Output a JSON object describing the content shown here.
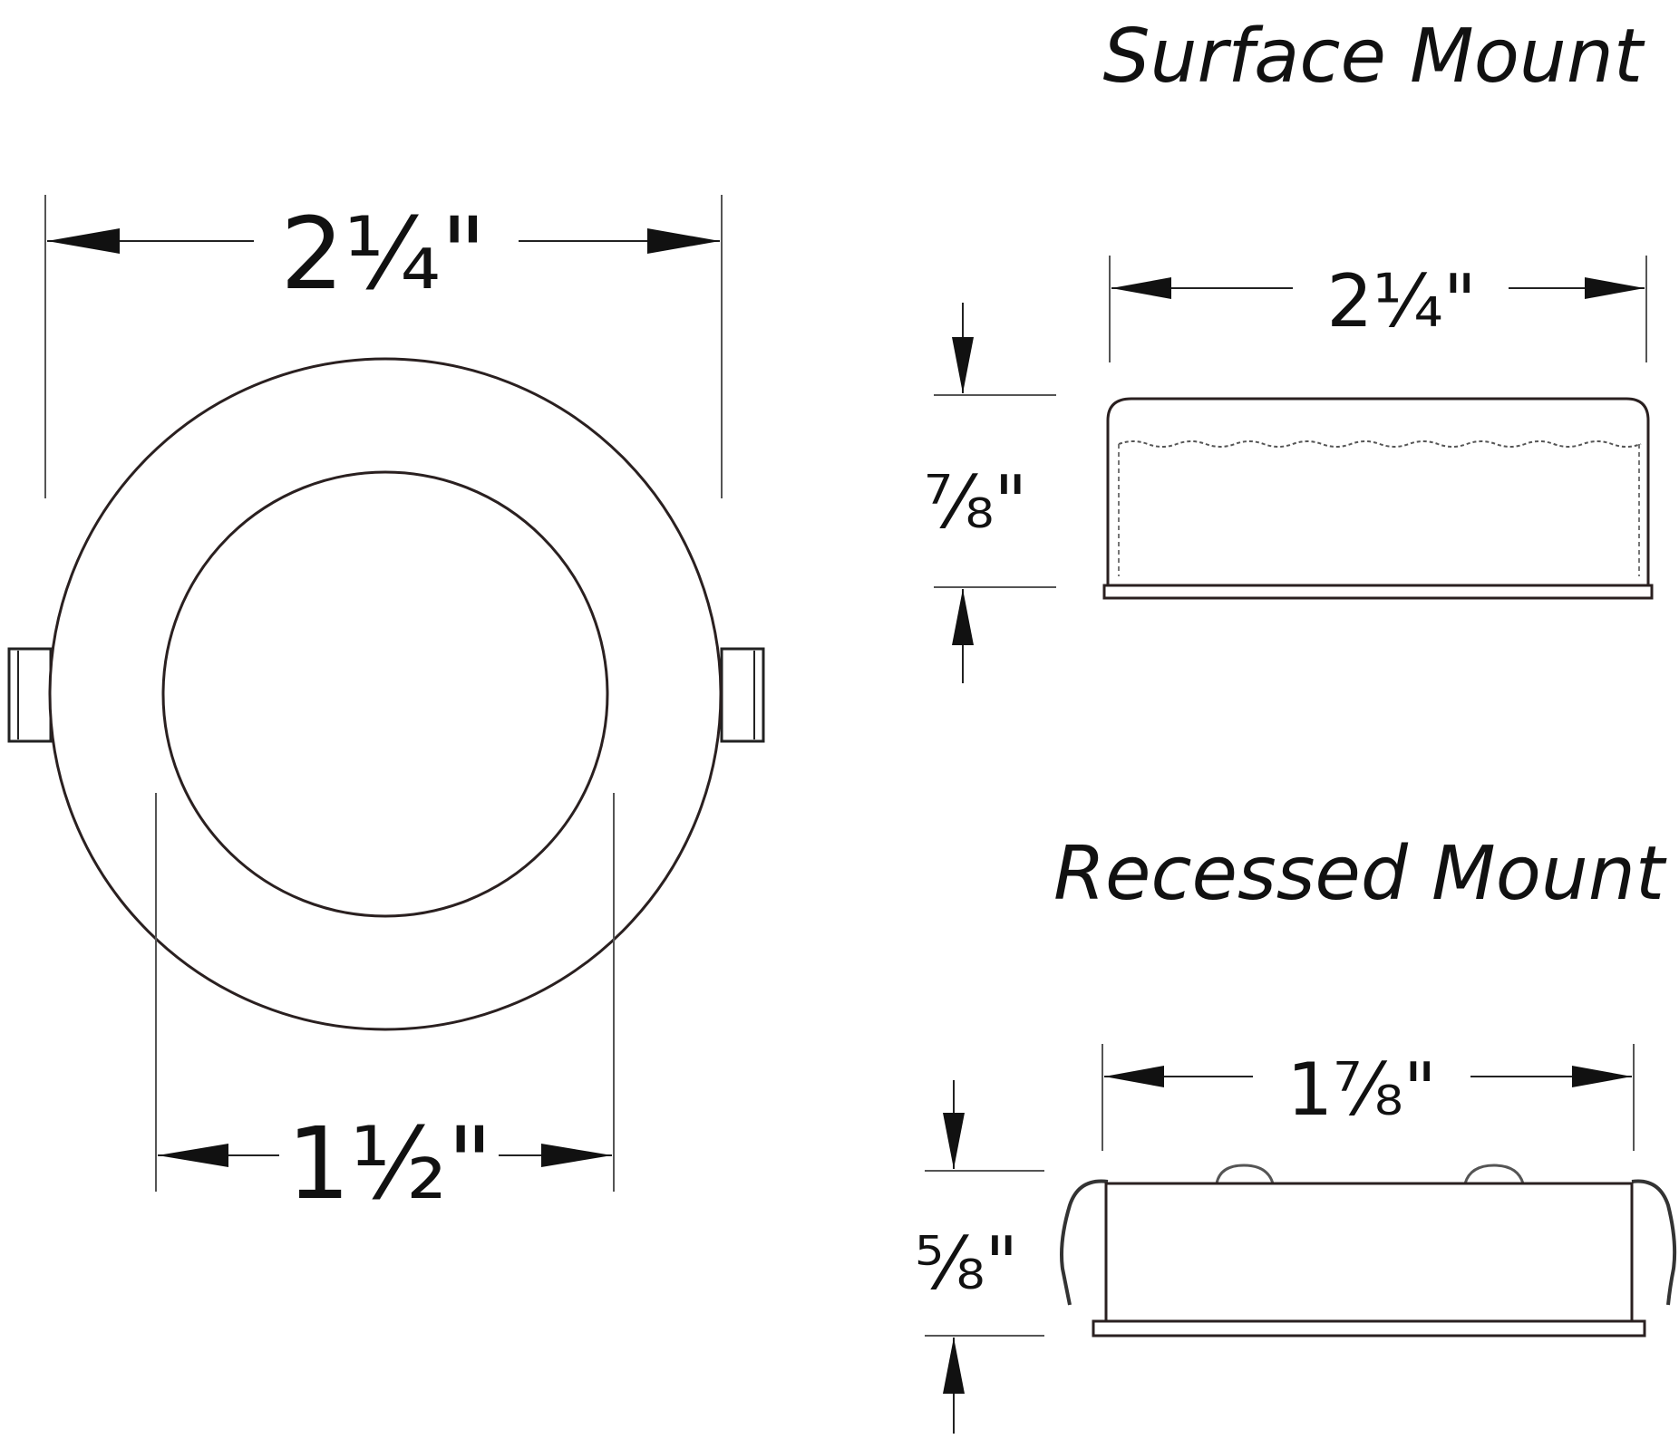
{
  "titles": {
    "surface": "Surface Mount",
    "recessed": "Recessed Mount"
  },
  "dimensions": {
    "top_outer_width": "2¼\"",
    "top_inner_width": "1½\"",
    "surface_width": "2¼\"",
    "surface_height": "⅞\"",
    "recessed_width": "1⅞\"",
    "recessed_height": "⅝\""
  },
  "colors": {
    "line": "#1a1a1a",
    "dim_line": "#555555"
  }
}
